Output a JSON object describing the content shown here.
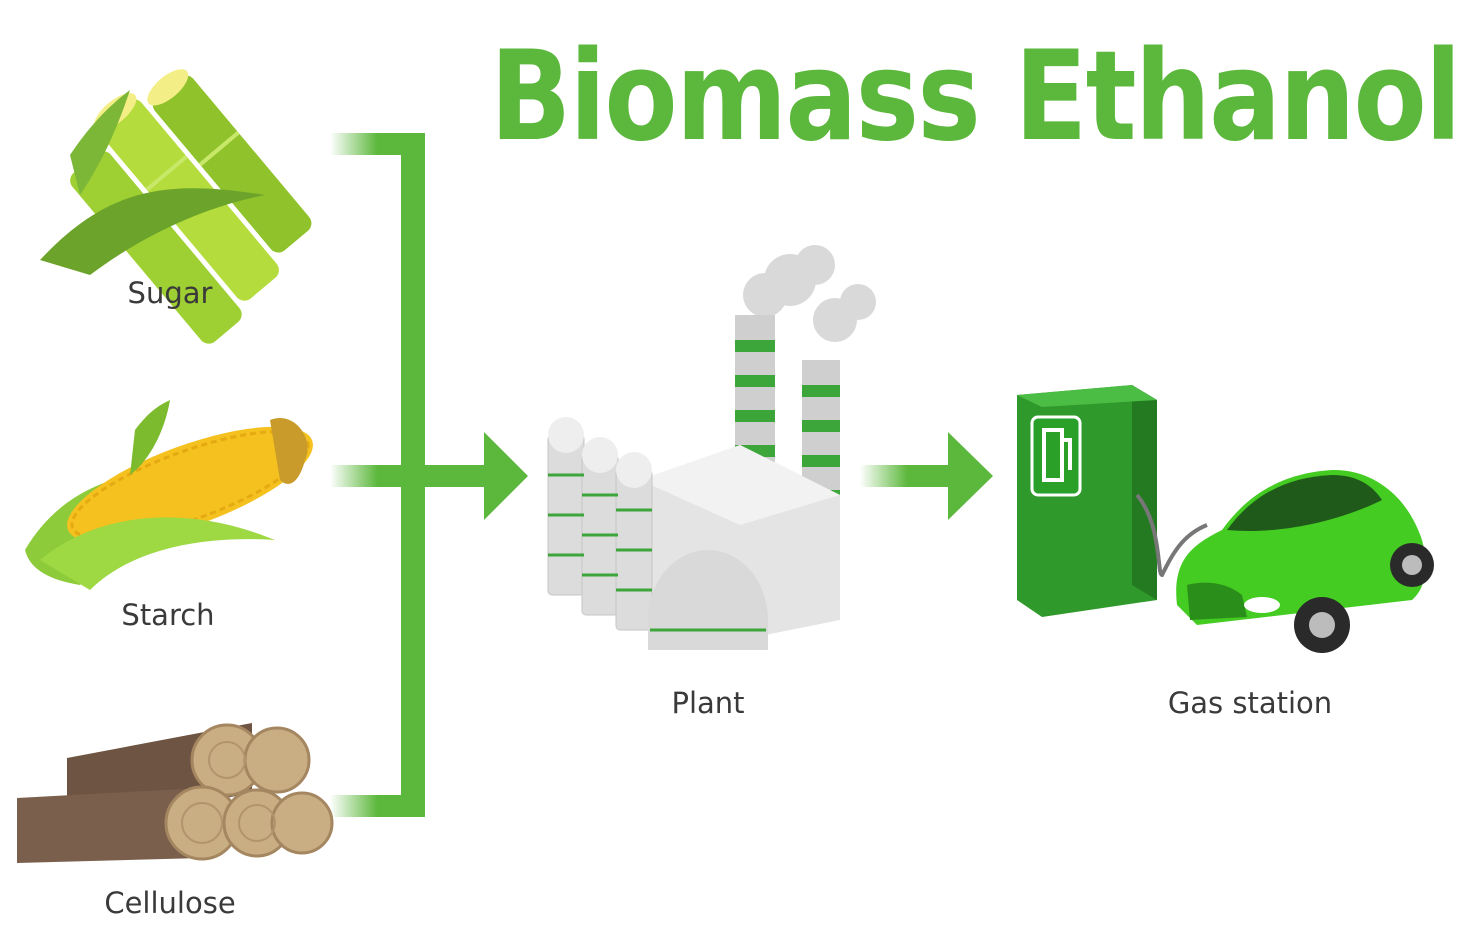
{
  "title": "Biomass Ethanol",
  "sources": [
    {
      "label": "Sugar",
      "icon": "sugarcane-icon"
    },
    {
      "label": "Starch",
      "icon": "corn-icon"
    },
    {
      "label": "Cellulose",
      "icon": "logs-icon"
    }
  ],
  "plant": {
    "label": "Plant",
    "icon": "factory-icon"
  },
  "station": {
    "label": "Gas station",
    "icon": "fuel-pump-car-icon"
  },
  "colors": {
    "accent": "#5cb83c",
    "text": "#3a3a3a",
    "pump": "#34a12f",
    "car": "#44cc22",
    "wood": "#7a5f4c",
    "wood_end": "#c9ae83",
    "factory": "#d5d5d5"
  }
}
